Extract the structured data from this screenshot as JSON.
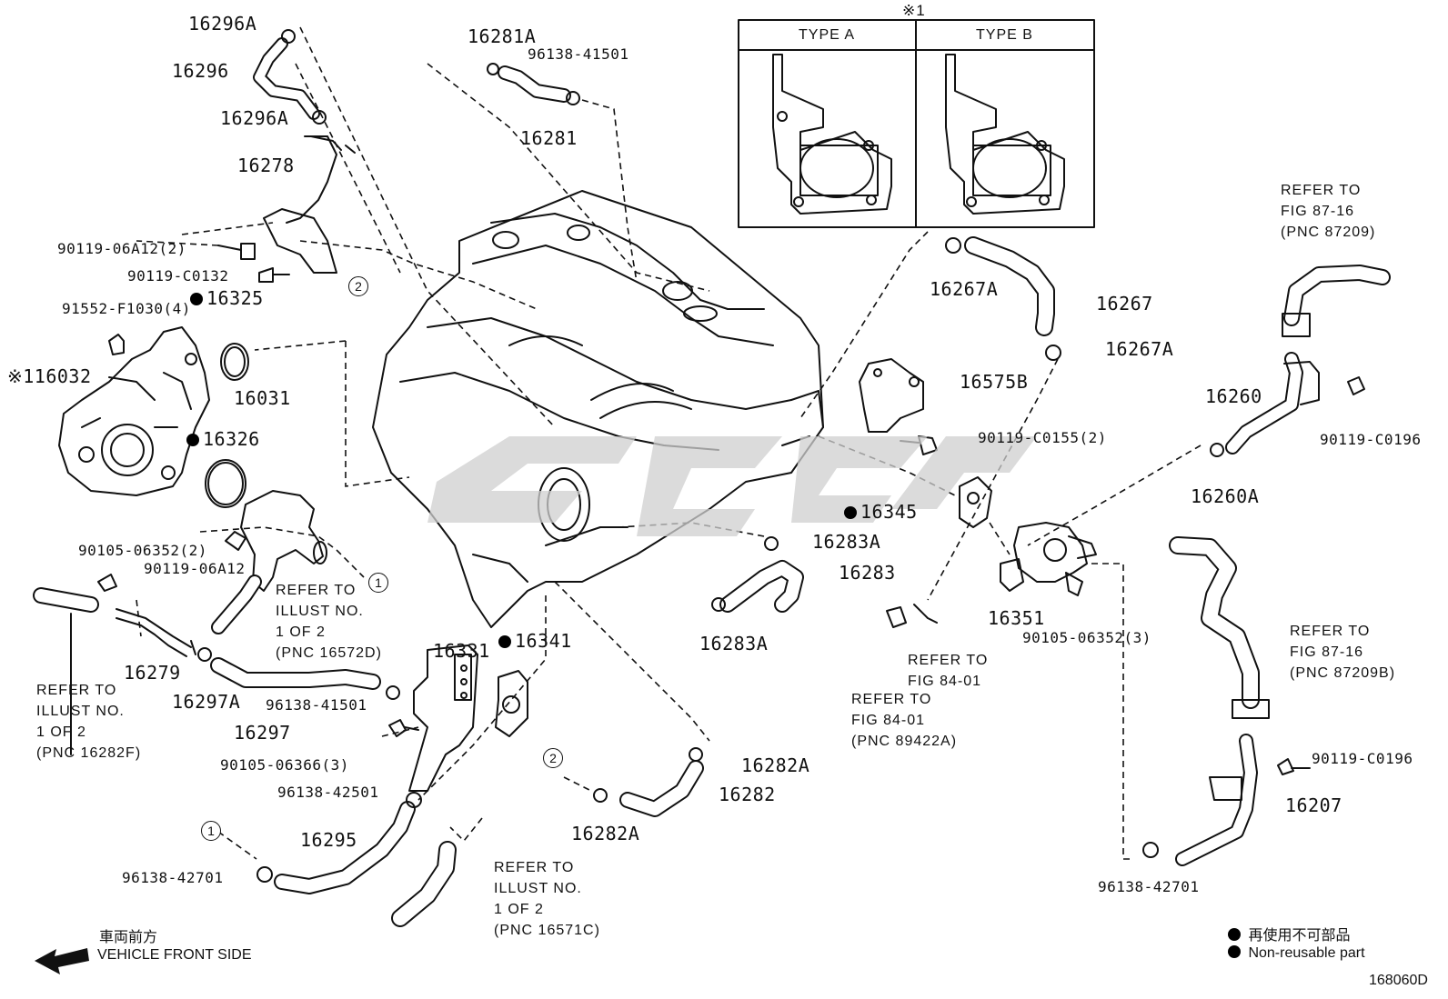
{
  "type_box": {
    "mark": "※1",
    "type_a": "TYPE A",
    "type_b": "TYPE B"
  },
  "parts": [
    {
      "id": "16296A",
      "dot": false
    },
    {
      "id": "16296",
      "dot": false
    },
    {
      "id": "16296A",
      "dot": false
    },
    {
      "id": "16278",
      "dot": false
    },
    {
      "id": "90119-06A12(2)",
      "dot": false
    },
    {
      "id": "90119-C0132",
      "dot": false
    },
    {
      "id": "16325",
      "dot": true
    },
    {
      "id": "91552-F1030(4)",
      "dot": false
    },
    {
      "id": "※116032",
      "dot": false
    },
    {
      "id": "16031",
      "dot": false
    },
    {
      "id": "16326",
      "dot": true
    },
    {
      "id": "90105-06352(2)",
      "dot": false
    },
    {
      "id": "90119-06A12",
      "dot": false
    },
    {
      "id": "16279",
      "dot": false
    },
    {
      "id": "16297A",
      "dot": false
    },
    {
      "id": "16297",
      "dot": false
    },
    {
      "id": "96138-41501",
      "dot": false
    },
    {
      "id": "16331",
      "dot": false
    },
    {
      "id": "16341",
      "dot": true
    },
    {
      "id": "90105-06366(3)",
      "dot": false
    },
    {
      "id": "96138-42501",
      "dot": false
    },
    {
      "id": "16295",
      "dot": false
    },
    {
      "id": "96138-42701",
      "dot": false
    },
    {
      "id": "16281A",
      "dot": false
    },
    {
      "id": "96138-41501",
      "dot": false
    },
    {
      "id": "16281",
      "dot": false
    },
    {
      "id": "16267A",
      "dot": false
    },
    {
      "id": "16267",
      "dot": false
    },
    {
      "id": "16267A",
      "dot": false
    },
    {
      "id": "16575B",
      "dot": false
    },
    {
      "id": "90119-C0155(2)",
      "dot": false
    },
    {
      "id": "16345",
      "dot": true
    },
    {
      "id": "16283A",
      "dot": false
    },
    {
      "id": "16283",
      "dot": false
    },
    {
      "id": "16283A",
      "dot": false
    },
    {
      "id": "16282A",
      "dot": false
    },
    {
      "id": "16282",
      "dot": false
    },
    {
      "id": "16282A",
      "dot": false
    },
    {
      "id": "16351",
      "dot": false
    },
    {
      "id": "90105-06352(3)",
      "dot": false
    },
    {
      "id": "16260",
      "dot": false
    },
    {
      "id": "90119-C0196",
      "dot": false
    },
    {
      "id": "16260A",
      "dot": false
    },
    {
      "id": "90119-C0196",
      "dot": false
    },
    {
      "id": "16207",
      "dot": false
    },
    {
      "id": "96138-42701",
      "dot": false
    }
  ],
  "references": [
    {
      "text": "REFER TO\nILLUST NO.\n1 OF 2\n(PNC 16572D)"
    },
    {
      "text": "REFER TO\nILLUST NO.\n1 OF 2\n(PNC 16282F)"
    },
    {
      "text": "REFER TO\nILLUST NO.\n1 OF 2\n(PNC 16571C)"
    },
    {
      "text": "REFER TO\nFIG 87-16\n(PNC 87209)"
    },
    {
      "text": "REFER TO\nFIG 87-16\n(PNC 87209B)"
    },
    {
      "text": "REFER TO\nFIG 84-01"
    },
    {
      "text": "REFER TO\nFIG 84-01\n(PNC 89422A)"
    }
  ],
  "callouts": [
    "1",
    "2",
    "1",
    "2"
  ],
  "direction": {
    "jp": "車両前方",
    "en": "VEHICLE FRONT SIDE"
  },
  "legend": {
    "jp": "再使用不可部品",
    "en": "Non-reusable part"
  },
  "figure_id": "168060D"
}
